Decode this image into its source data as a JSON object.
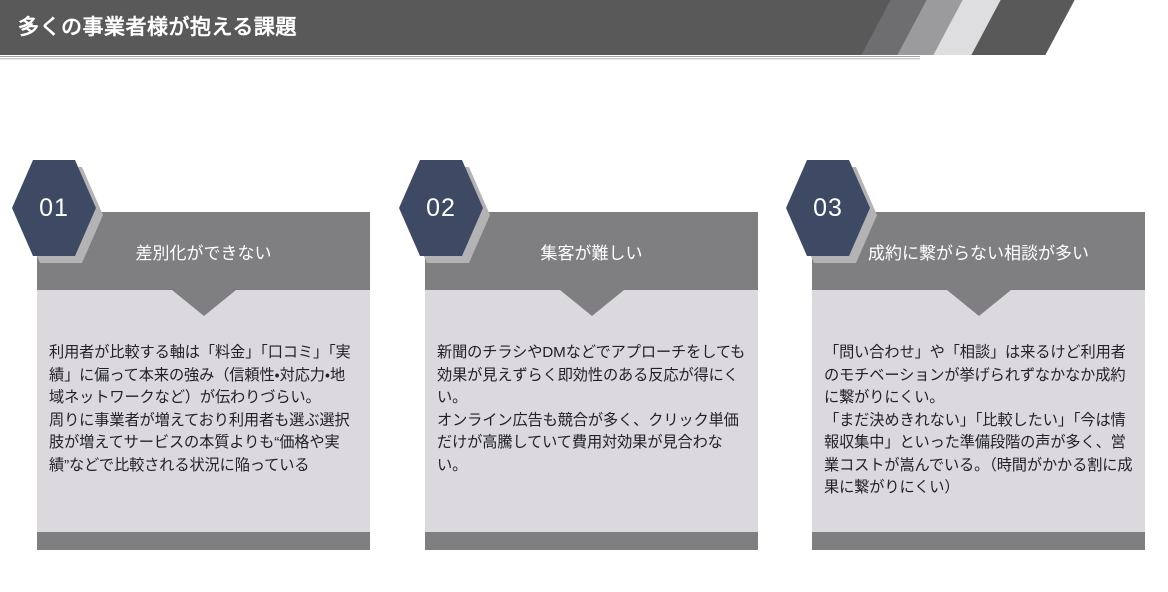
{
  "header": {
    "title": "多くの事業者様が抱える課題",
    "bar_color": "#595959",
    "title_color": "#ffffff"
  },
  "theme": {
    "hex_color": "#3e4a63",
    "card_head_color": "#7f7f82",
    "card_body_color": "#dbd9dd",
    "card_foot_color": "#7f7f82",
    "body_text_color": "#22212a"
  },
  "cards": [
    {
      "number": "01",
      "title": "差別化ができない",
      "body": "利用者が比較する軸は「料金」「口コミ」「実績」に偏って本来の強み（信頼性・対応力・地域ネットワークなど）が伝わりづらい。\n周りに事業者が増えており利用者も選ぶ選択肢が増えてサービスの本質よりも“価格や実績”などで比較される状況に陥っている"
    },
    {
      "number": "02",
      "title": "集客が難しい",
      "body": "新聞のチラシやDMなどでアプローチをしても効果が見えずらく即効性のある反応が得にくい。\nオンライン広告も競合が多く、クリック単価だけが高騰していて費用対効果が見合わない。"
    },
    {
      "number": "03",
      "title": "成約に繋がらない相談が多い",
      "body": "「問い合わせ」や「相談」は来るけど利用者のモチベーションが挙げられずなかなか成約に繋がりにくい。\n「まだ決めきれない」「比較したい」「今は情報収集中」といった準備段階の声が多く、営業コストが嵩んでいる。（時間がかかる割に成果に繋がりにくい）"
    }
  ]
}
